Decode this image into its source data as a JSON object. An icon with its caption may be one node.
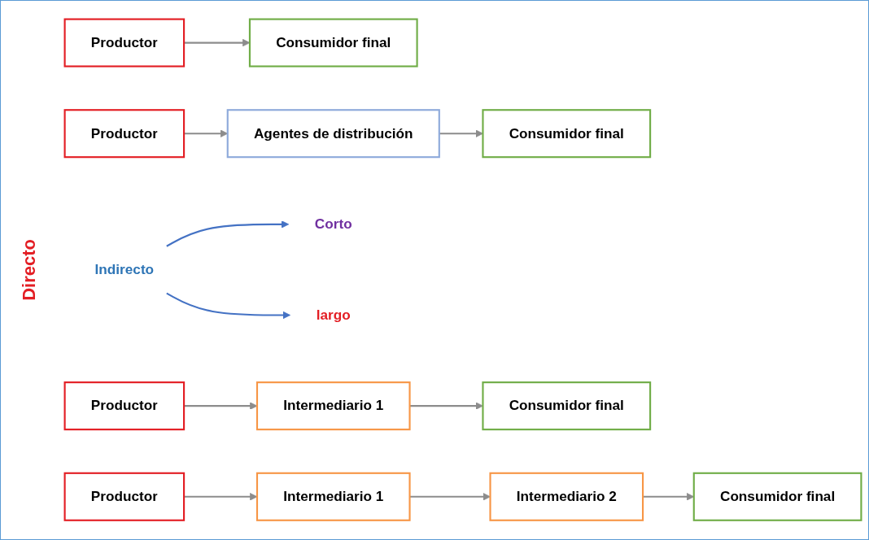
{
  "diagram": {
    "nodes": [
      {
        "text": [
          "Productor"
        ]
      },
      {
        "text": [
          "Consumidor final"
        ]
      },
      {
        "text": [
          "Indirecto"
        ]
      },
      {
        "text": [
          "Productor"
        ]
      },
      {
        "text": [
          "Agentes de distribución"
        ]
      },
      {
        "text": [
          "Consumidor final"
        ]
      },
      {
        "text": [
          "Corto"
        ]
      },
      {
        "text": [
          "Productor"
        ]
      },
      {
        "text": [
          "Intermediario 1"
        ]
      },
      {
        "text": [
          "Consumidor final"
        ]
      },
      {
        "text": [
          "largo"
        ]
      },
      {
        "text": [
          "Productor"
        ]
      },
      {
        "text": [
          "Intermediario 1"
        ]
      },
      {
        "text": [
          "Intermediario 2"
        ]
      },
      {
        "text": [
          "Consumidor final"
        ]
      }
    ],
    "edges": [
      {
        "from": 0,
        "to": 1,
        "arrow": "to"
      },
      {
        "from": 3,
        "to": 4,
        "arrow": "to"
      },
      {
        "from": 4,
        "to": 5,
        "arrow": "to"
      },
      {
        "from": 2,
        "to": 6,
        "arrow": "to",
        "color": "#4472c4"
      },
      {
        "from": 7,
        "to": 8,
        "arrow": "to"
      },
      {
        "from": 8,
        "to": 9,
        "arrow": "to"
      },
      {
        "from": 2,
        "to": 10,
        "arrow": "to",
        "color": "#4472c4"
      },
      {
        "from": 11,
        "to": 12,
        "arrow": "to"
      },
      {
        "from": 12,
        "to": 13,
        "arrow": "to"
      },
      {
        "from": 13,
        "to": 14,
        "arrow": "to"
      }
    ],
    "labels": [
      "Directo"
    ]
  }
}
